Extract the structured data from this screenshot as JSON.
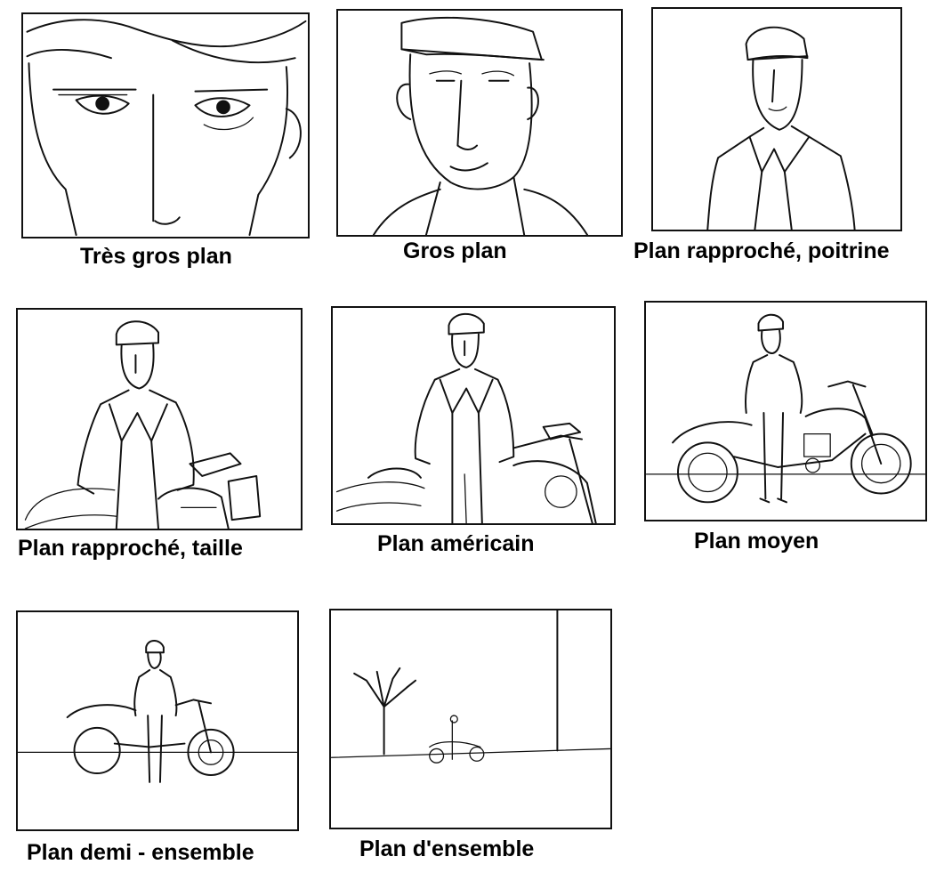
{
  "shots": [
    {
      "id": "tres-gros-plan",
      "label": "Très gros plan"
    },
    {
      "id": "gros-plan",
      "label": "Gros plan"
    },
    {
      "id": "plan-rapproche-poitrine",
      "label": "Plan rapproché, poitrine"
    },
    {
      "id": "plan-rapproche-taille",
      "label": "Plan rapproché, taille"
    },
    {
      "id": "plan-americain",
      "label": "Plan américain"
    },
    {
      "id": "plan-moyen",
      "label": "Plan moyen"
    },
    {
      "id": "plan-demi-ensemble",
      "label": "Plan demi - ensemble"
    },
    {
      "id": "plan-d-ensemble",
      "label": "Plan d'ensemble"
    }
  ]
}
